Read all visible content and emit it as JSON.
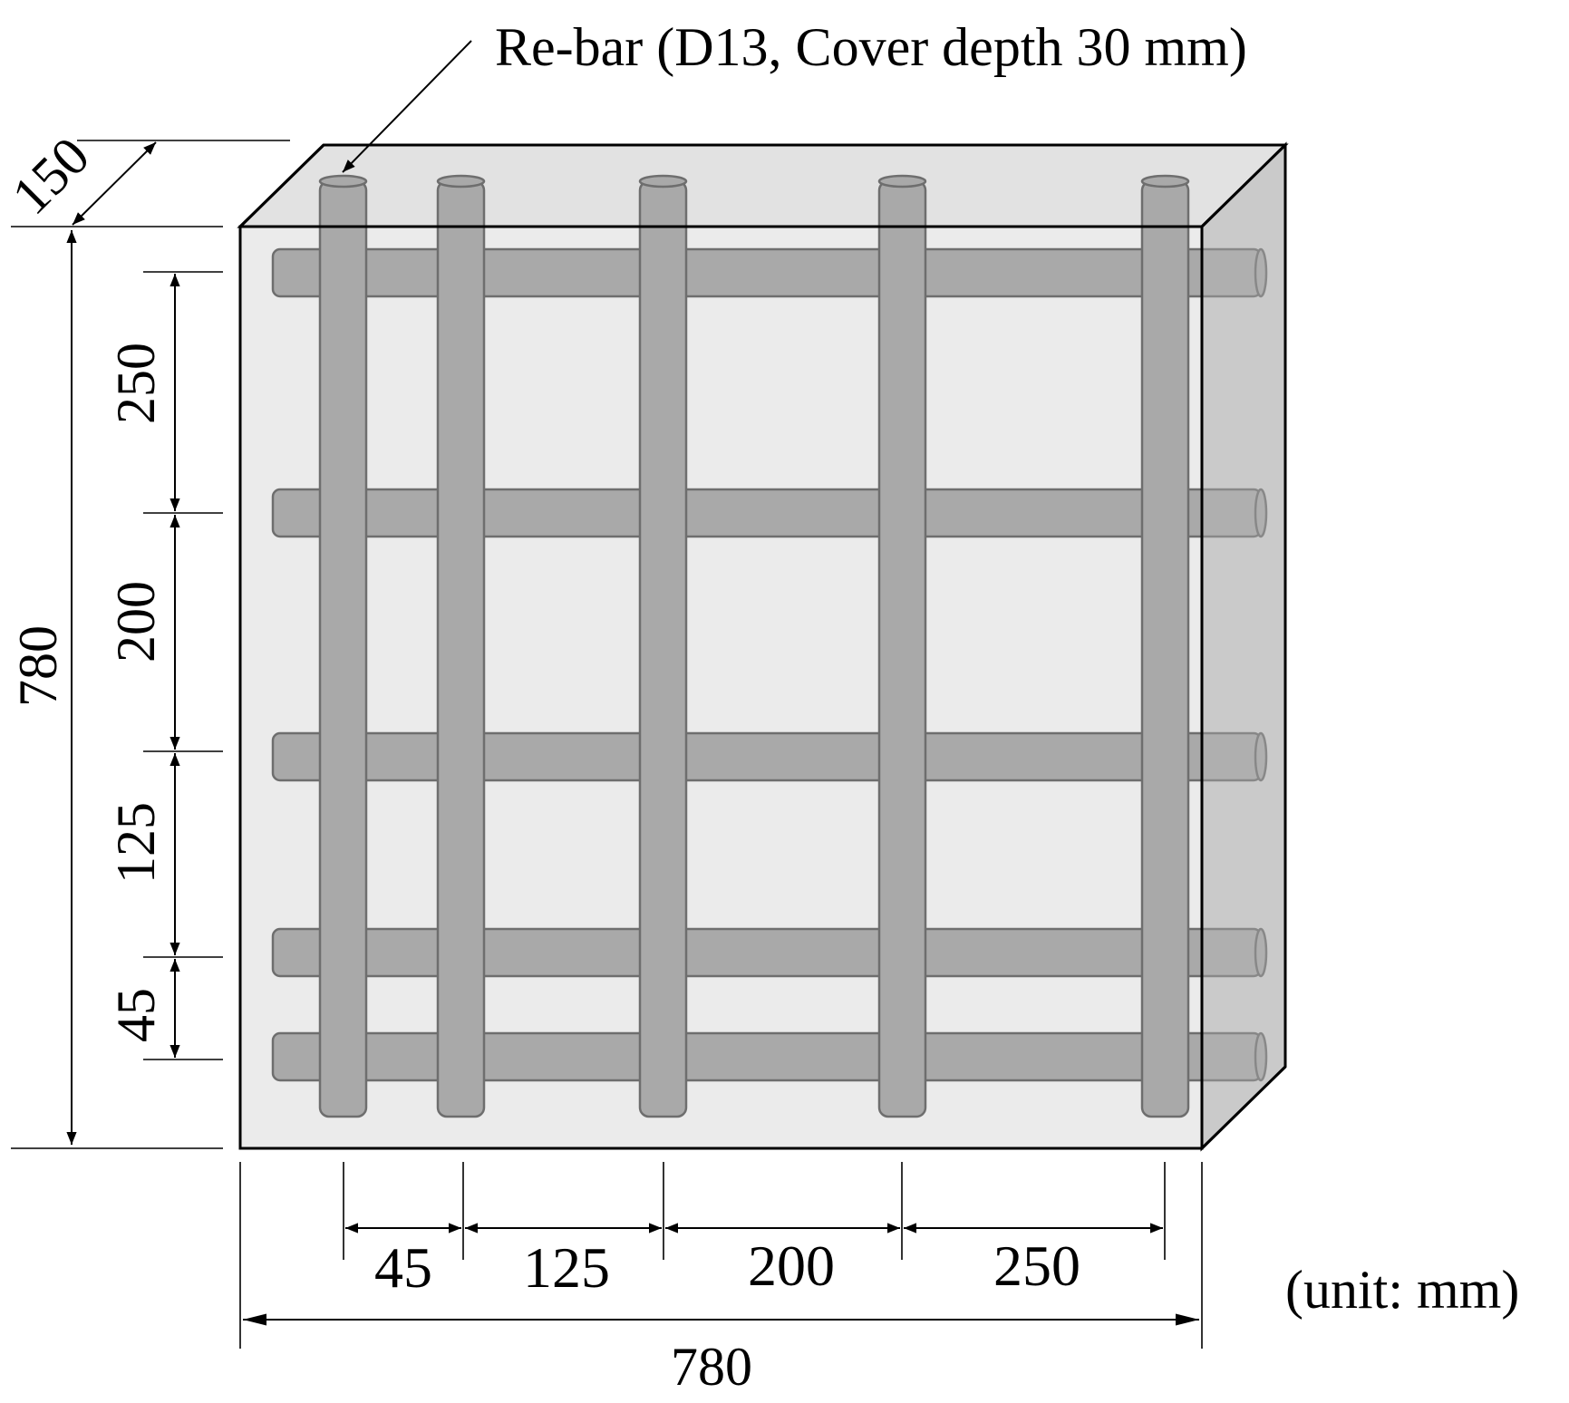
{
  "labels": {
    "rebar_note": "Re-bar (D13, Cover depth 30 mm)",
    "unit_note": "(unit: mm)",
    "depth": "150",
    "overall_height": "780",
    "overall_width": "780",
    "vertical_spacings": [
      "250",
      "200",
      "125",
      "45"
    ],
    "horizontal_spacings": [
      "45",
      "125",
      "200",
      "250"
    ]
  },
  "colors": {
    "concrete_front": "#ebebeb",
    "concrete_side": "#d3d3d3",
    "rebar": "#a9a9a9",
    "rebar_outline": "#6e6e6e"
  }
}
